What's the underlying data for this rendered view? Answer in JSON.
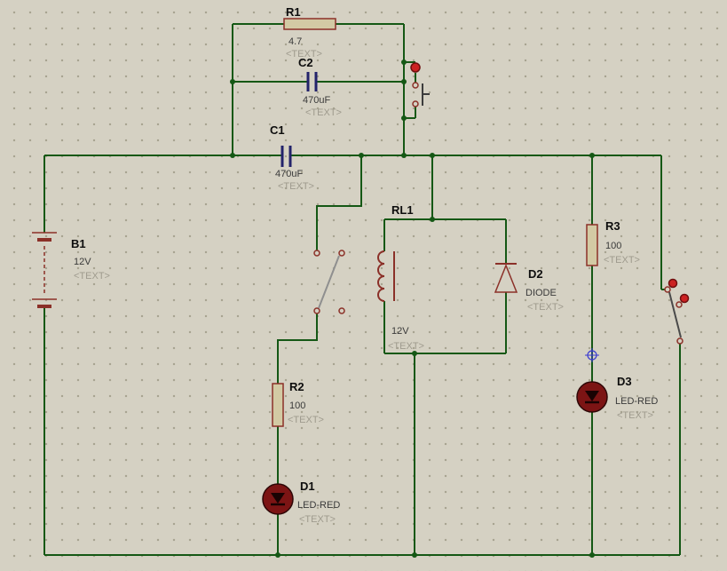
{
  "colors": {
    "background": "#d5d1c3",
    "grid_dot": "#a6a28f",
    "wire": "#155815",
    "component_outline": "#8b3028",
    "resistor_fill": "#d3caa4",
    "capacitor_plate": "#23236b",
    "led_body": "#7c1414",
    "actuator_red": "#cc2222",
    "lever_gray": "#8f8f8f",
    "marker_blue": "#3b3bd0",
    "ref_text": "#0d0d0d",
    "value_text": "#3a3a3a",
    "placeholder_text": "#9f9b8e"
  },
  "components": {
    "R1": {
      "ref": "R1",
      "value": "4.7",
      "placeholder": "<TEXT>",
      "type": "resistor"
    },
    "C2": {
      "ref": "C2",
      "value": "470uF",
      "placeholder": "<TEXT>",
      "type": "capacitor"
    },
    "C1": {
      "ref": "C1",
      "value": "470uF",
      "placeholder": "<TEXT>",
      "type": "capacitor"
    },
    "B1": {
      "ref": "B1",
      "value": "12V",
      "placeholder": "<TEXT>",
      "type": "battery"
    },
    "RL1": {
      "ref": "RL1",
      "value": "12V",
      "placeholder": "<TEXT>",
      "type": "relay"
    },
    "D2": {
      "ref": "D2",
      "value": "DIODE",
      "placeholder": "<TEXT>",
      "type": "diode"
    },
    "R3": {
      "ref": "R3",
      "value": "100",
      "placeholder": "<TEXT>",
      "type": "resistor"
    },
    "R2": {
      "ref": "R2",
      "value": "100",
      "placeholder": "<TEXT>",
      "type": "resistor"
    },
    "D1": {
      "ref": "D1",
      "value": "LED-RED",
      "placeholder": "<TEXT>",
      "type": "led"
    },
    "D3": {
      "ref": "D3",
      "value": "LED-RED",
      "placeholder": "<TEXT>",
      "type": "led"
    }
  }
}
